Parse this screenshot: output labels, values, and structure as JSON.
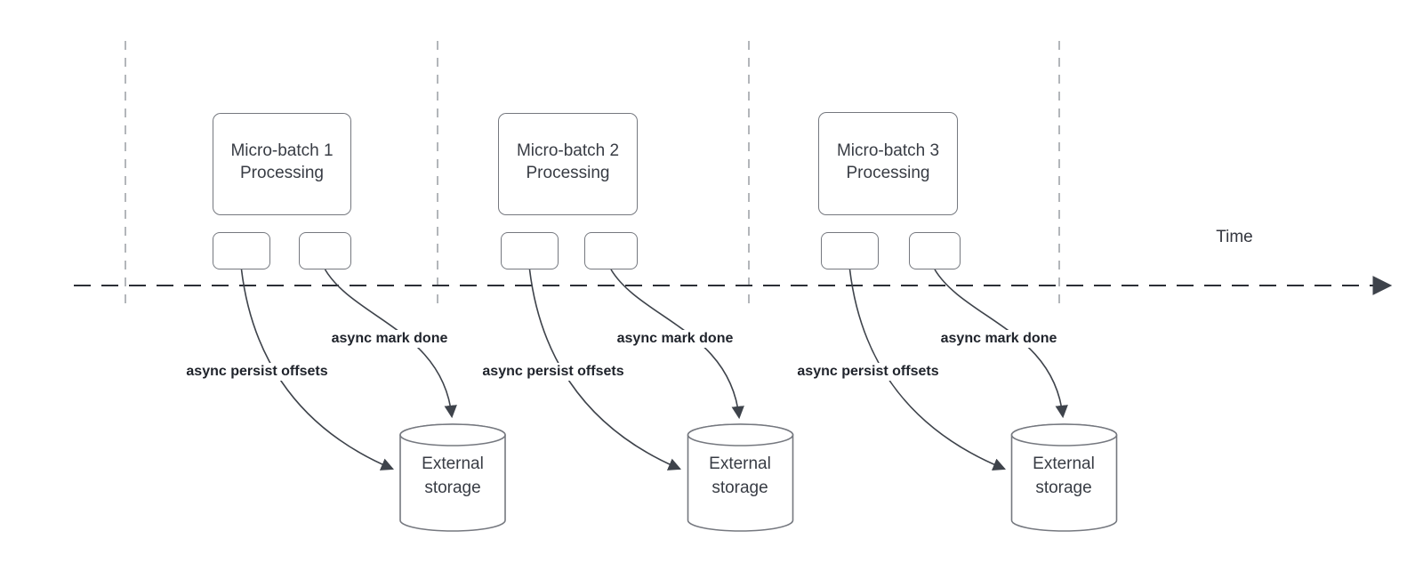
{
  "diagram": {
    "time_axis_label": "Time",
    "batches": [
      {
        "title_lines": [
          "Micro-batch 1",
          "Processing"
        ],
        "persist_label": "async persist offsets",
        "mark_done_label": "async mark done",
        "storage_lines": [
          "External",
          "storage"
        ]
      },
      {
        "title_lines": [
          "Micro-batch 2",
          "Processing"
        ],
        "persist_label": "async persist offsets",
        "mark_done_label": "async mark done",
        "storage_lines": [
          "External",
          "storage"
        ]
      },
      {
        "title_lines": [
          "Micro-batch 3",
          "Processing"
        ],
        "persist_label": "async persist offsets",
        "mark_done_label": "async mark done",
        "storage_lines": [
          "External",
          "storage"
        ]
      }
    ],
    "colors": {
      "arrow_line": "#3e434b",
      "shape_border": "#75787f",
      "shape_text": "#383c44",
      "bold_label_text": "#20242c",
      "guide_line": "#b3b6ba",
      "background": "#ffffff"
    }
  }
}
